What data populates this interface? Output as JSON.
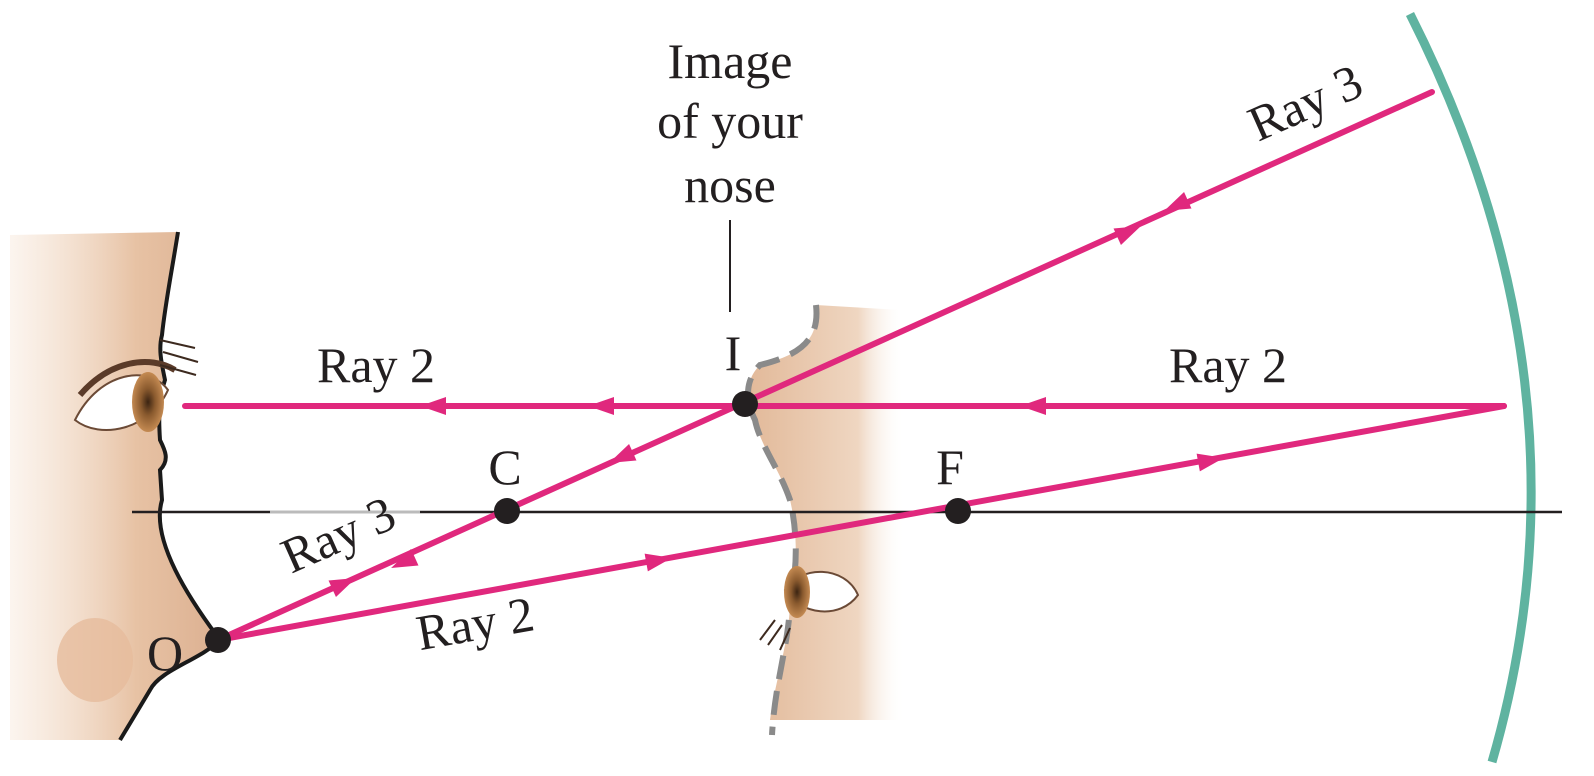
{
  "colors": {
    "ray": "#e0287d",
    "mirror": "#5fb3a0",
    "axis": "#231f20",
    "skin": "#e9c9ad",
    "text": "#231f20"
  },
  "labels": {
    "image_caption_line1": "Image",
    "image_caption_line2": "of your",
    "image_caption_line3": "nose",
    "point_I": "I",
    "point_C": "C",
    "point_F": "F",
    "point_O": "O",
    "ray3_top": "Ray 3",
    "ray3_bottom": "Ray 3",
    "ray2_left": "Ray 2",
    "ray2_right": "Ray 2",
    "ray2_bottom": "Ray 2"
  }
}
